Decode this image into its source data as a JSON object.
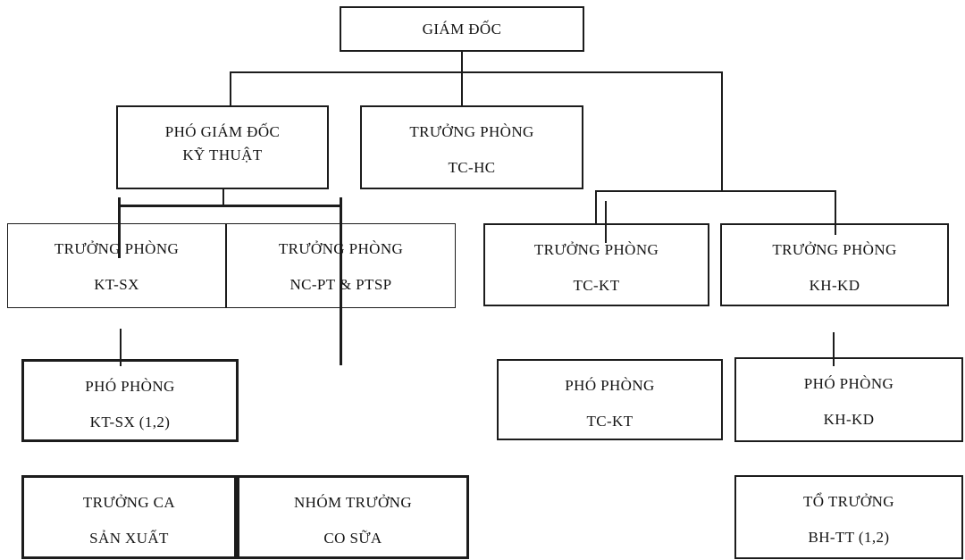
{
  "diagram": {
    "type": "org-chart",
    "language": "vi",
    "colors": {
      "background": "#ffffff",
      "line": "#1c1c1c",
      "text": "#141414"
    },
    "boxes": [
      {
        "id": "giam-doc",
        "line1": "GIÁM ĐỐC",
        "line2": ""
      },
      {
        "id": "pho-giam-doc",
        "line1": "PHÓ GIÁM ĐỐC",
        "line2": "KỸ THUẬT"
      },
      {
        "id": "truong-phong-tc-hc",
        "line1": "TRƯỞNG PHÒNG",
        "line2": "TC-HC"
      },
      {
        "id": "truong-phong-kt-sx",
        "line1": "TRƯỞNG PHÒNG",
        "line2": "KT-SX"
      },
      {
        "id": "truong-phong-nc-pt",
        "line1": "TRƯỞNG PHÒNG",
        "line2": "NC-PT & PTSP"
      },
      {
        "id": "truong-phong-tc-kt",
        "line1": "TRƯỞNG PHÒNG",
        "line2": "TC-KT"
      },
      {
        "id": "truong-phong-kh-kd",
        "line1": "TRƯỞNG PHÒNG",
        "line2": "KH-KD"
      },
      {
        "id": "pho-phong-kt-sx",
        "line1": "PHÓ PHÒNG",
        "line2": "KT-SX (1,2)"
      },
      {
        "id": "pho-phong-tc-kt",
        "line1": "PHÓ PHÒNG",
        "line2": "TC-KT"
      },
      {
        "id": "pho-phong-kh-kd",
        "line1": "PHÓ PHÒNG",
        "line2": "KH-KD"
      },
      {
        "id": "truong-ca",
        "line1": "TRƯỞNG CA",
        "line2": "SẢN XUẤT"
      },
      {
        "id": "nhom-truong",
        "line1": "NHÓM TRƯỞNG",
        "line2": "CO SỮA"
      },
      {
        "id": "to-truong",
        "line1": "TỔ TRƯỞNG",
        "line2": "BH-TT (1,2)"
      }
    ]
  }
}
